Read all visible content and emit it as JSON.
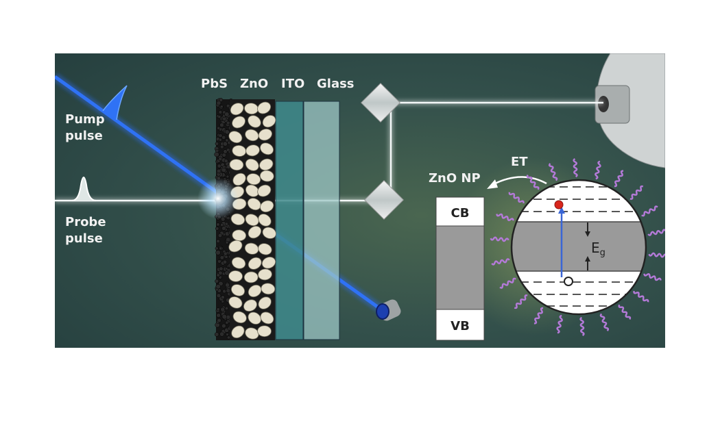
{
  "labels": {
    "pump": [
      "Pump",
      "pulse"
    ],
    "probe": [
      "Probe",
      "pulse"
    ],
    "layers": [
      "PbS",
      "ZnO",
      "ITO",
      "Glass"
    ],
    "zno_np": "ZnO NP",
    "et": "ET",
    "cb": "CB",
    "vb": "VB",
    "eg": "E",
    "eg_sub": "g"
  },
  "colors": {
    "background": "#2f4a46",
    "pump_beam": "#2a6cf0",
    "probe_beam": "#f4f8f8",
    "ligand": "#b47ad8",
    "electron": "#d8261c",
    "band_gray": "#9a9a9a"
  }
}
